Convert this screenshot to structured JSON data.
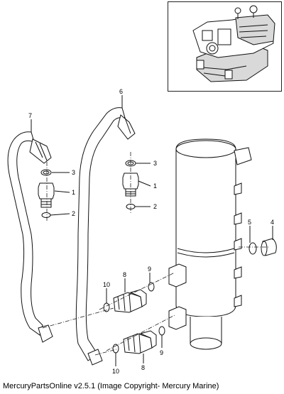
{
  "callouts": [
    {
      "id": "c7",
      "label": "7"
    },
    {
      "id": "c6",
      "label": "6"
    },
    {
      "id": "c3a",
      "label": "3"
    },
    {
      "id": "c1a",
      "label": "1"
    },
    {
      "id": "c2a",
      "label": "2"
    },
    {
      "id": "c3b",
      "label": "3"
    },
    {
      "id": "c1b",
      "label": "1"
    },
    {
      "id": "c2b",
      "label": "2"
    },
    {
      "id": "c5",
      "label": "5"
    },
    {
      "id": "c4",
      "label": "4"
    },
    {
      "id": "c8a",
      "label": "8"
    },
    {
      "id": "c9a",
      "label": "9"
    },
    {
      "id": "c10a",
      "label": "10"
    },
    {
      "id": "c10b",
      "label": "10"
    },
    {
      "id": "c8b",
      "label": "8"
    },
    {
      "id": "c9b",
      "label": "9"
    }
  ],
  "footer": {
    "text": "MercuryPartsOnline v2.5.1 (Image Copyright- Mercury Marine)"
  }
}
